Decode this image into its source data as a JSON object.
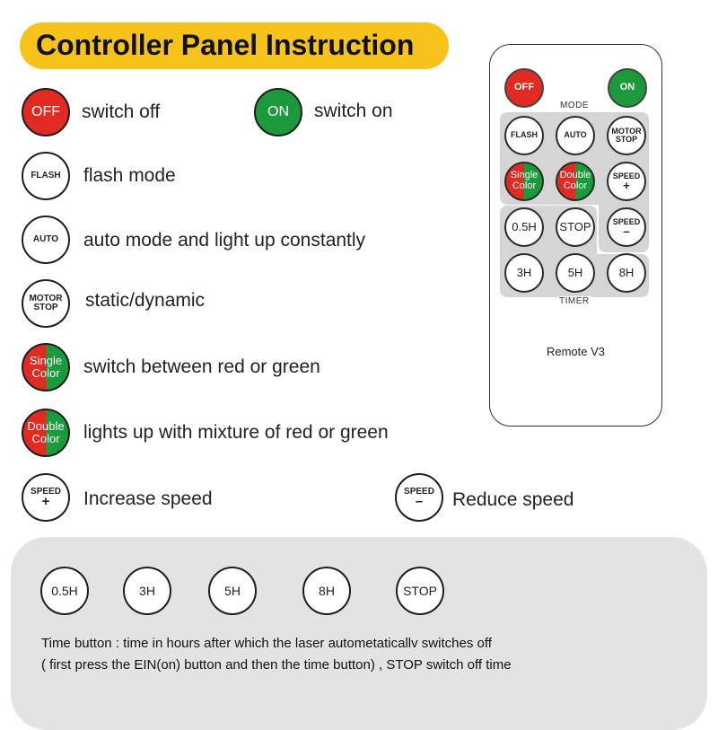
{
  "title": "Controller Panel Instruction",
  "legend": {
    "off": {
      "button": "OFF",
      "desc": "switch off"
    },
    "on": {
      "button": "ON",
      "desc": "switch on"
    },
    "flash": {
      "button": "FLASH",
      "desc": "flash mode"
    },
    "auto": {
      "button": "AUTO",
      "desc": "auto mode and light up constantly"
    },
    "motor": {
      "button_line1": "MOTOR",
      "button_line2": "STOP",
      "desc": "static/dynamic"
    },
    "single": {
      "button_line1": "Single",
      "button_line2": "Color",
      "desc": "switch between red or green"
    },
    "double": {
      "button_line1": "Double",
      "button_line2": "Color",
      "desc": "lights up with mixture of red or green"
    },
    "speed_up": {
      "button_line1": "SPEED",
      "button_line2": "+",
      "desc": "Increase speed"
    },
    "speed_down": {
      "button_line1": "SPEED",
      "button_line2": "–",
      "desc": "Reduce speed"
    }
  },
  "remote": {
    "name": "Remote V3",
    "mode_caption": "MODE",
    "timer_caption": "TIMER",
    "off": "OFF",
    "on": "ON",
    "flash": "FLASH",
    "auto": "AUTO",
    "motor_line1": "MOTOR",
    "motor_line2": "STOP",
    "single_line1": "Single",
    "single_line2": "Color",
    "double_line1": "Double",
    "double_line2": "Color",
    "speed_up_line1": "SPEED",
    "speed_up_line2": "+",
    "speed_down_line1": "SPEED",
    "speed_down_line2": "–",
    "t05": "0.5H",
    "stop": "STOP",
    "t3": "3H",
    "t5": "5H",
    "t8": "8H"
  },
  "timer_buttons": [
    "0.5H",
    "3H",
    "5H",
    "8H",
    "STOP"
  ],
  "notes": {
    "line1": "Time button  :  time in hours after which the laser autometaticallv switches off",
    "line2": "( first press the EIN(on) button and then the time button) , STOP switch off time"
  },
  "colors": {
    "accent": "#f7c31a",
    "red": "#e02a22",
    "green": "#1a9a3b",
    "panel": "#e3e3e3"
  }
}
